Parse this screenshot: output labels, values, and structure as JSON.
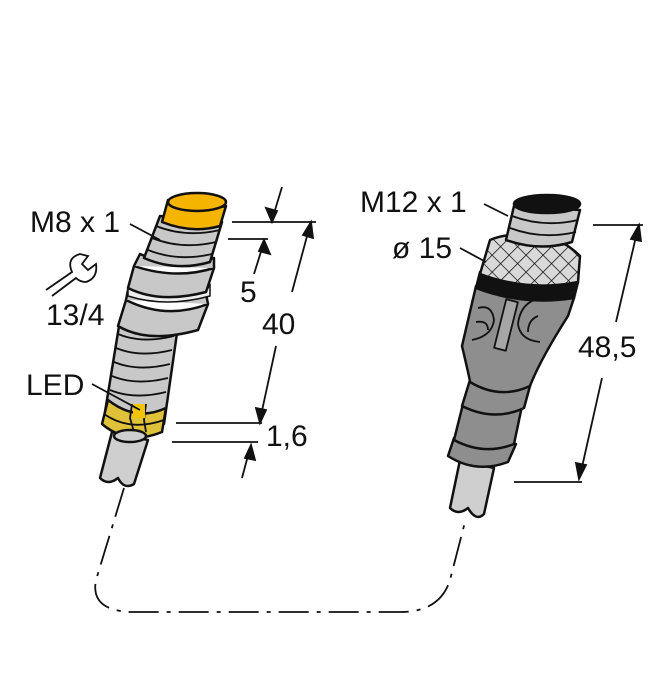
{
  "diagram": {
    "type": "dimension-drawing",
    "subject": "inductive proximity sensor with M12 connector cable",
    "colors": {
      "background": "#ffffff",
      "outline": "#111111",
      "metal_light": "#c8c8c8",
      "metal_dark": "#8e8e8e",
      "sensor_face": "#f5b400",
      "led_ring": "#e0c23a",
      "led": "#f5c400",
      "cable": "#cfcfcf",
      "knurl": "#d9d9d9"
    },
    "sensor": {
      "thread_label": "M8 x 1",
      "wrench_label": "13/4",
      "wrench_icon": "wrench-icon",
      "led_label": "LED",
      "dim_active_face": "5",
      "dim_length": "40",
      "dim_led_ring": "1,6"
    },
    "connector": {
      "thread_label": "M12 x 1",
      "diameter_label": "ø 15",
      "dim_length": "48,5"
    },
    "cable": {
      "style": "dash-dot",
      "connects": [
        "sensor",
        "connector"
      ]
    }
  }
}
